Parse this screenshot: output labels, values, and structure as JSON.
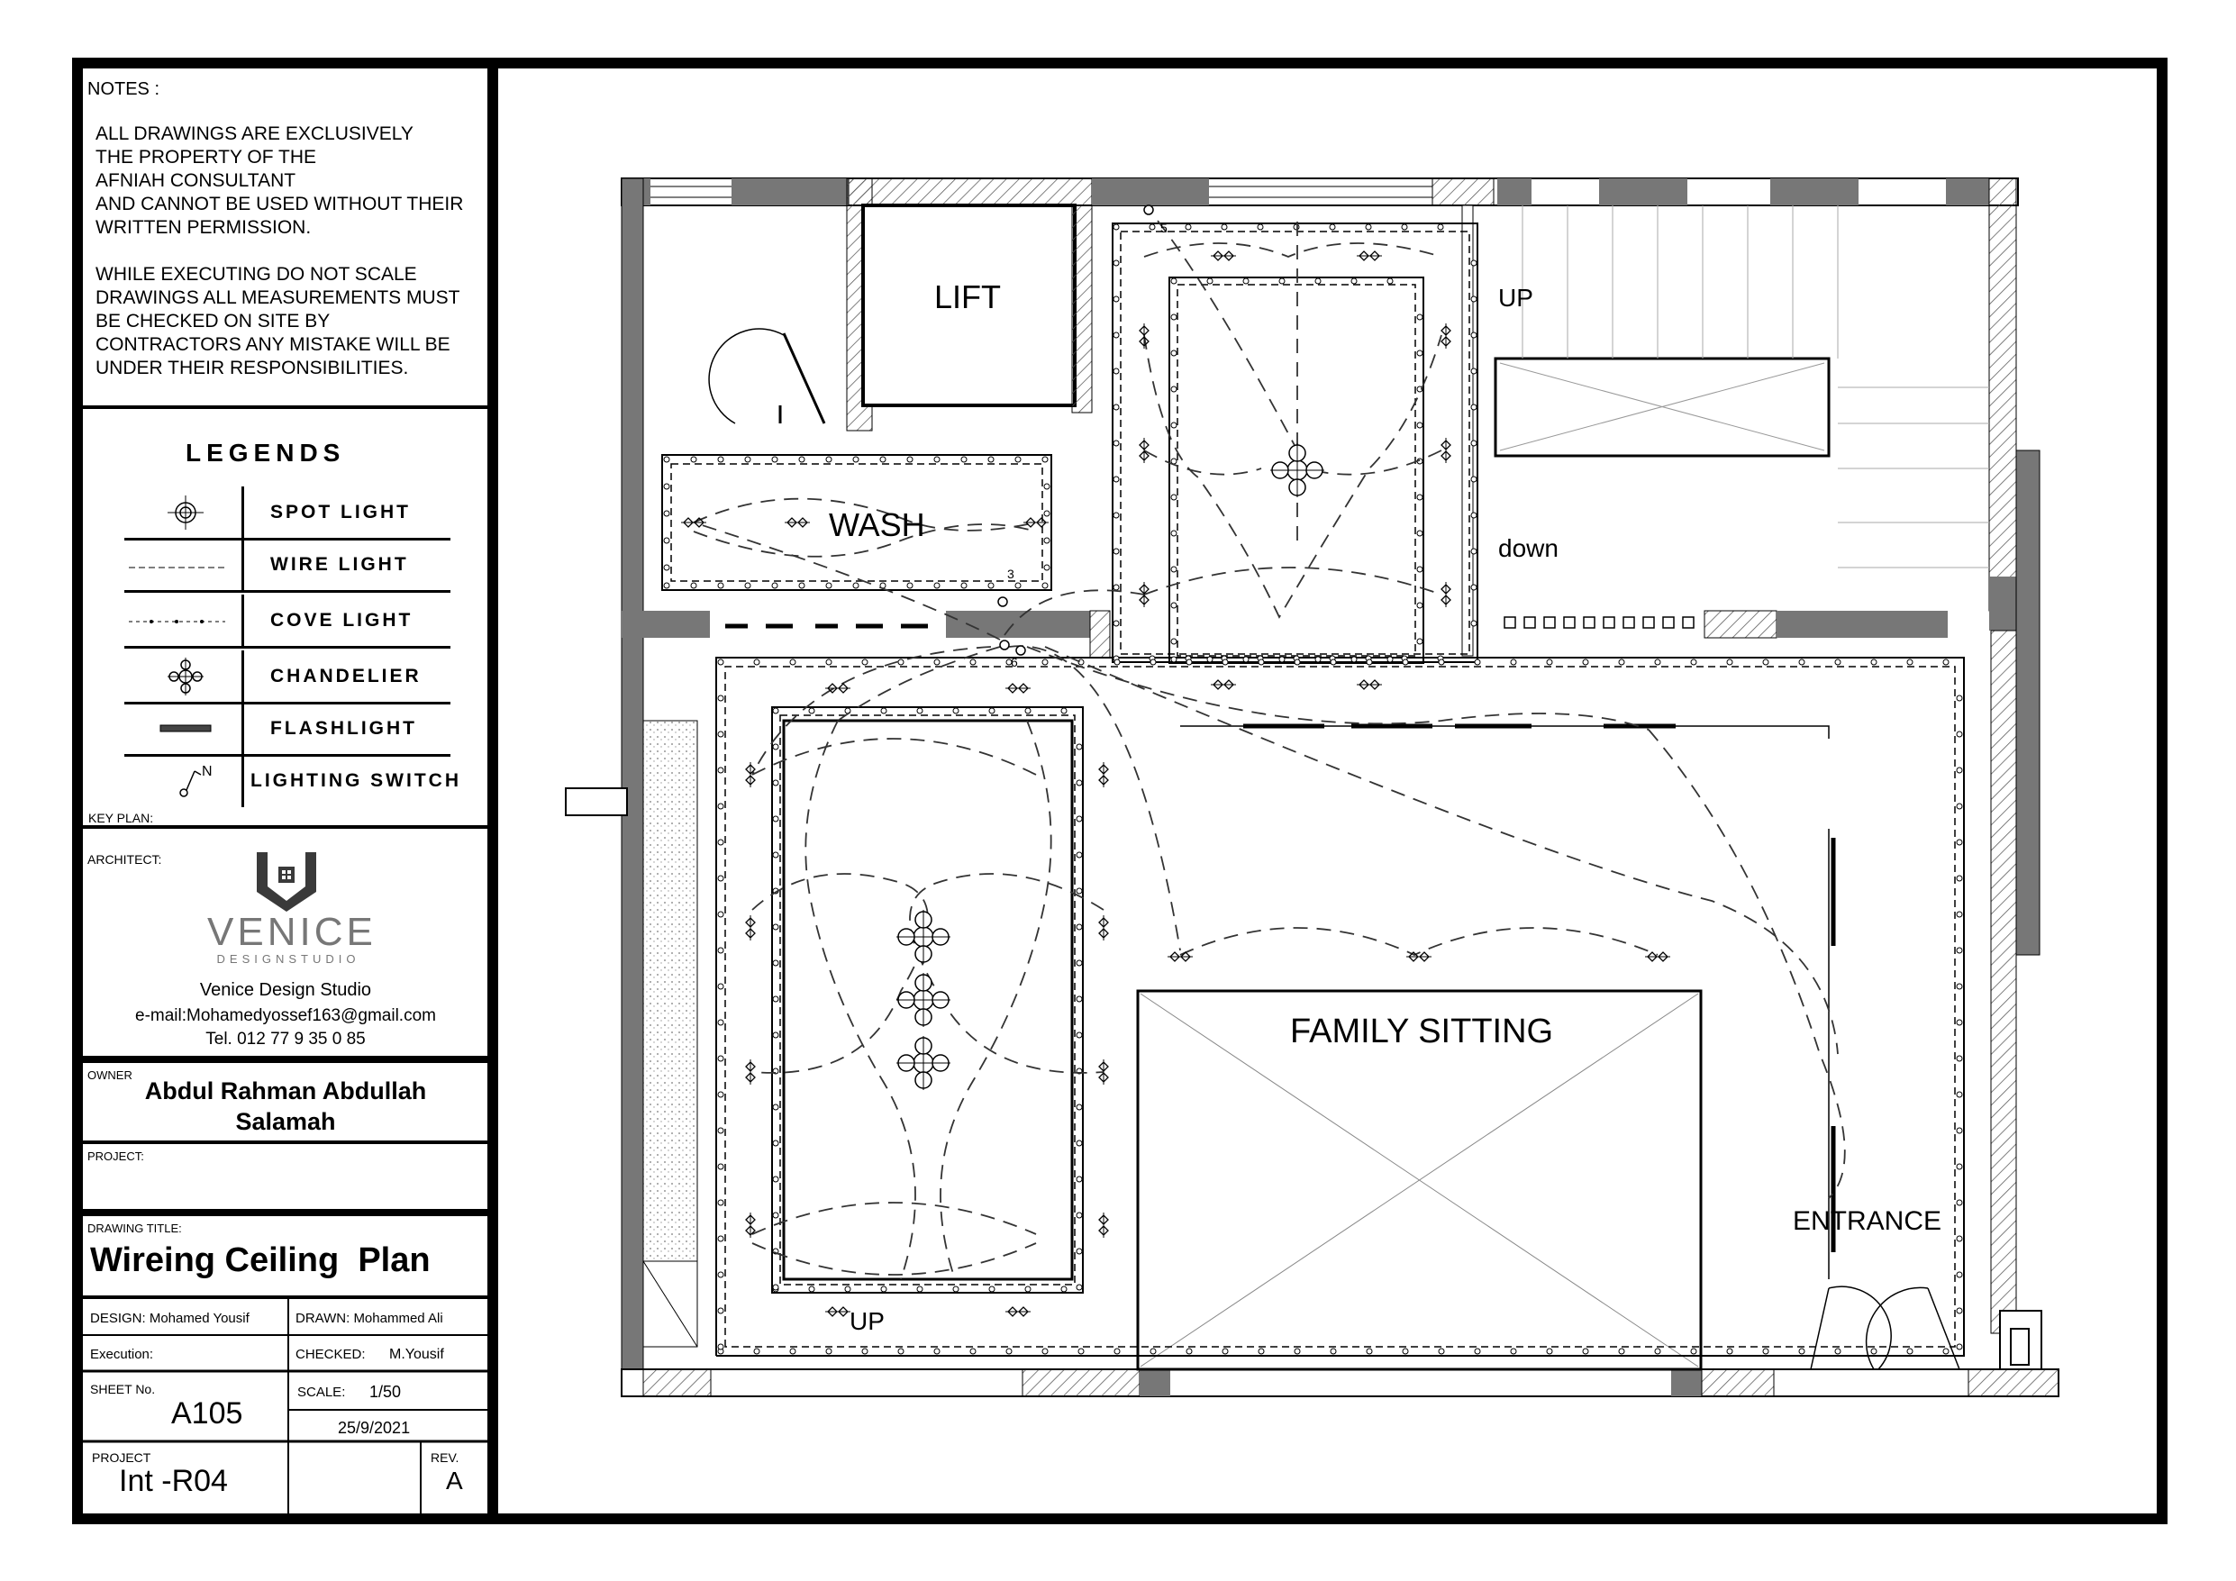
{
  "notes": {
    "title": "NOTES :",
    "lines": [
      "ALL DRAWINGS ARE EXCLUSIVELY",
      "THE PROPERTY OF THE",
      "AFNIAH CONSULTANT",
      "AND CANNOT BE USED WITHOUT THEIR",
      "WRITTEN PERMISSION.",
      "",
      "WHILE EXECUTING DO NOT SCALE",
      "DRAWINGS ALL MEASUREMENTS MUST",
      "BE CHECKED ON SITE BY",
      "CONTRACTORS ANY MISTAKE WILL BE",
      "UNDER THEIR RESPONSIBILITIES."
    ]
  },
  "legends": {
    "title": "LEGENDS",
    "items": [
      {
        "label": "SPOT LIGHT",
        "icon": "spot-light-icon"
      },
      {
        "label": "WIRE LIGHT",
        "icon": "wire-light-icon"
      },
      {
        "label": "COVE LIGHT",
        "icon": "cove-light-icon"
      },
      {
        "label": "CHANDELIER",
        "icon": "chandelier-icon"
      },
      {
        "label": "FLASHLIGHT",
        "icon": "flashlight-icon"
      },
      {
        "label": "LIGHTING SWITCH",
        "icon": "lighting-switch-icon"
      }
    ],
    "switch_letter": "N",
    "key_plan": "KEY PLAN:"
  },
  "architect": {
    "label": "ARCHITECT:",
    "brand": "VENICE",
    "brand_sub": "DESIGNSTUDIO",
    "name": "Venice Design Studio",
    "email": "e-mail:Mohamedyossef163@gmail.com",
    "tel": "Tel. 012 77 9 35 0 85"
  },
  "owner": {
    "label": "OWNER",
    "line1": "Abdul Rahman Abdullah",
    "line2": "Salamah"
  },
  "project": {
    "label": "PROJECT:"
  },
  "drawing_title": {
    "label": "DRAWING  TITLE:",
    "value": "Wireing Ceiling  Plan"
  },
  "title_block": {
    "design": "DESIGN: Mohamed Yousif",
    "drawn": "DRAWN:  Mohammed Ali",
    "execution": "Execution:",
    "checked_label": "CHECKED:",
    "checked_value": "M.Yousif",
    "sheet_label": "SHEET  No.",
    "sheet_value": "A105",
    "scale_label": "SCALE:",
    "scale_value": "1/50",
    "date": "25/9/2021",
    "project_label": "PROJECT",
    "project_value": "Int -R04",
    "rev_label": "REV.",
    "rev_value": "A"
  },
  "plan": {
    "rooms": {
      "lift": "LIFT",
      "wash": "WASH",
      "up_stair": "UP",
      "down_stair": "down",
      "family": "FAMILY SITTING",
      "entrance": "ENTRANCE",
      "up_bottom": "UP"
    },
    "switch_numbers": [
      "3",
      "5",
      "6"
    ]
  }
}
